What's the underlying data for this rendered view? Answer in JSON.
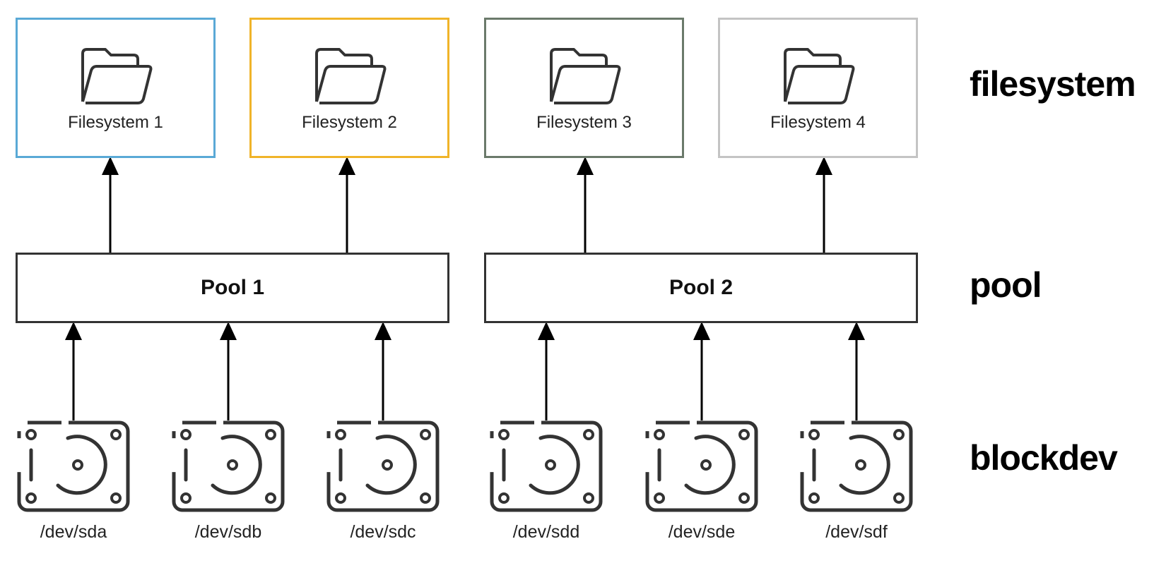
{
  "layers": {
    "filesystem": "filesystem",
    "pool": "pool",
    "blockdev": "blockdev"
  },
  "filesystems": [
    {
      "label": "Filesystem 1",
      "color": "#5aa9d6"
    },
    {
      "label": "Filesystem 2",
      "color": "#f0b429"
    },
    {
      "label": "Filesystem 3",
      "color": "#6b7a6b"
    },
    {
      "label": "Filesystem 4",
      "color": "#c4c4c4"
    }
  ],
  "pools": [
    {
      "label": "Pool 1"
    },
    {
      "label": "Pool 2"
    }
  ],
  "devices": [
    {
      "label": "/dev/sda"
    },
    {
      "label": "/dev/sdb"
    },
    {
      "label": "/dev/sdc"
    },
    {
      "label": "/dev/sdd"
    },
    {
      "label": "/dev/sde"
    },
    {
      "label": "/dev/sdf"
    }
  ],
  "icons": {
    "filesystem": "folder-icon",
    "device": "hard-disk-icon"
  },
  "colors": {
    "stroke": "#333333",
    "arrow": "#000000"
  }
}
